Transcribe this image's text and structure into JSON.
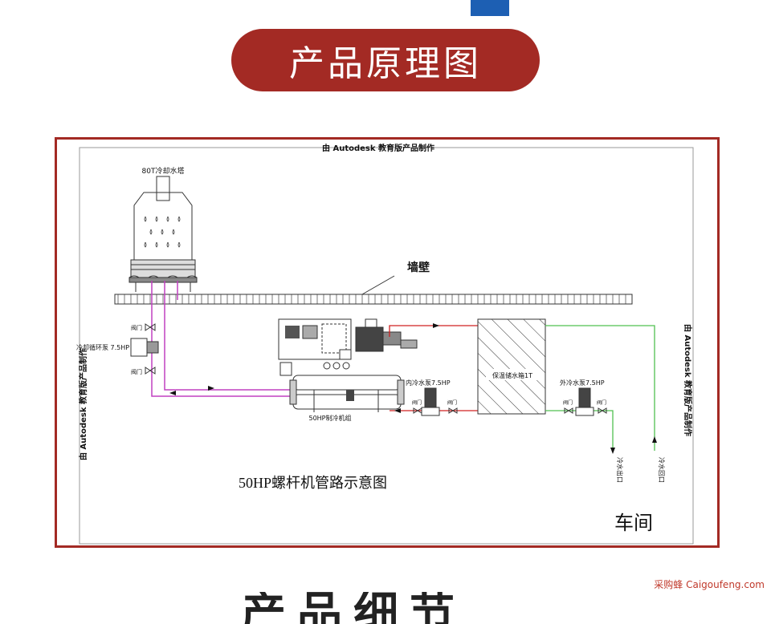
{
  "header": {
    "title": "产品原理图"
  },
  "diagram": {
    "autodesk_top": "由 Autodesk 教育版产品制作",
    "autodesk_left": "由 Autodesk 教育版产品制作",
    "autodesk_right": "由 Autodesk 教育版产品制作",
    "cooling_tower": "80T冷却水塔",
    "wall": "墙壁",
    "valve_label": "阀门",
    "cooling_pump": "冷却循环泵 7.5HP",
    "chiller_unit": "50HP制冷机组",
    "inner_pump": "内冷水泵7.5HP",
    "storage_tank": "保温储水箱1T",
    "outer_pump": "外冷水泵7.5HP",
    "cold_water_out": "冷水出口",
    "cold_water_return": "冷水回口",
    "caption": "50HP螺杆机管路示意图",
    "workshop": "车间"
  },
  "watermark": "采购蜂 Caigoufeng.com",
  "next_section_heading": "产品细节",
  "colors": {
    "accent_red": "#a32a24",
    "pipe_pink": "#c040c0",
    "pipe_red": "#d02020",
    "pipe_green": "#50c050"
  }
}
